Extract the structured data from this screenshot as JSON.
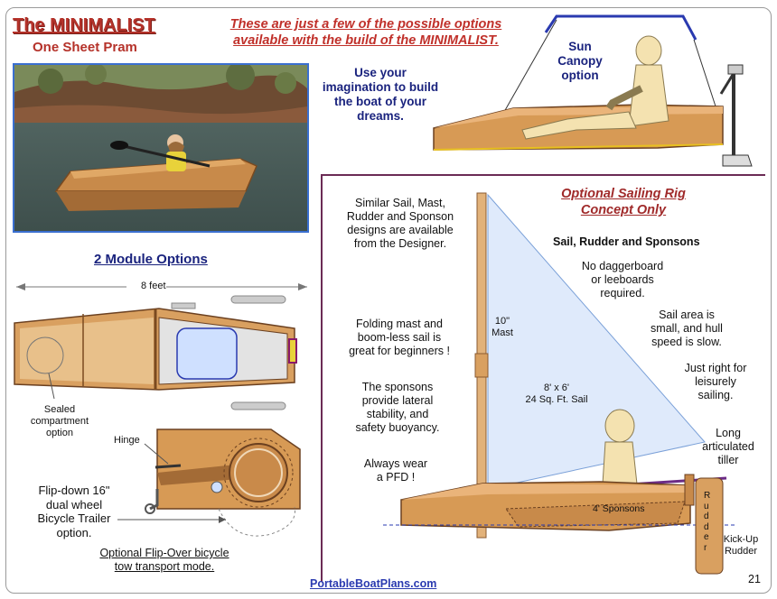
{
  "header": {
    "title": "The MINIMALIST",
    "subtitle": "One Sheet Pram",
    "tagline_line1": "These are just a few of the possible options",
    "tagline_line2": "available with the build of the MINIMALIST."
  },
  "canopy": {
    "imagination_line1": "Use your",
    "imagination_line2": "imagination to build",
    "imagination_line3": "the boat of your",
    "imagination_line4": "dreams.",
    "label_line1": "Sun",
    "label_line2": "Canopy",
    "label_line3": "option"
  },
  "modules": {
    "heading": "2  Module Options",
    "length_label": "8 feet",
    "sealed_line1": "Sealed",
    "sealed_line2": "compartment",
    "sealed_line3": "option",
    "hinge": "Hinge",
    "flip_line1": "Flip-down 16\"",
    "flip_line2": "dual wheel",
    "flip_line3": "Bicycle Trailer",
    "flip_line4": "option.",
    "tow_line1": "Optional Flip-Over bicycle",
    "tow_line2": "tow transport mode."
  },
  "sailing": {
    "heading_line1": "Optional Sailing Rig",
    "heading_line2": "Concept Only",
    "designs_line1": "Similar Sail, Mast,",
    "designs_line2": "Rudder and Sponson",
    "designs_line3": "designs are available",
    "designs_line4": "from the Designer.",
    "subheading": "Sail, Rudder and Sponsons",
    "dagger_line1": "No daggerboard",
    "dagger_line2": "or  leeboards",
    "dagger_line3": "required.",
    "folding_line1": "Folding mast and",
    "folding_line2": "boom-less sail is",
    "folding_line3": "great for beginners !",
    "area_line1": "Sail area is",
    "area_line2": "small, and hull",
    "area_line3": "speed is slow.",
    "right_line1": "Just right for",
    "right_line2": "leisurely",
    "right_line3": "sailing.",
    "sponsons_line1": "The sponsons",
    "sponsons_line2": "provide lateral",
    "sponsons_line3": "stability, and",
    "sponsons_line4": "safety buoyancy.",
    "tiller_line1": "Long",
    "tiller_line2": "articulated",
    "tiller_line3": "tiller",
    "pfd_line1": "Always wear",
    "pfd_line2": "a PFD !",
    "mast_line1": "10\"",
    "mast_line2": "Mast",
    "sail_line1": "8' x 6'",
    "sail_line2": "24 Sq. Ft. Sail",
    "sponsons_label": "4' Sponsons",
    "rudder_vertical": "Rudder",
    "kickup_line1": "Kick-Up",
    "kickup_line2": "Rudder"
  },
  "footer": {
    "website": "PortableBoatPlans.com",
    "page_number": "21"
  }
}
